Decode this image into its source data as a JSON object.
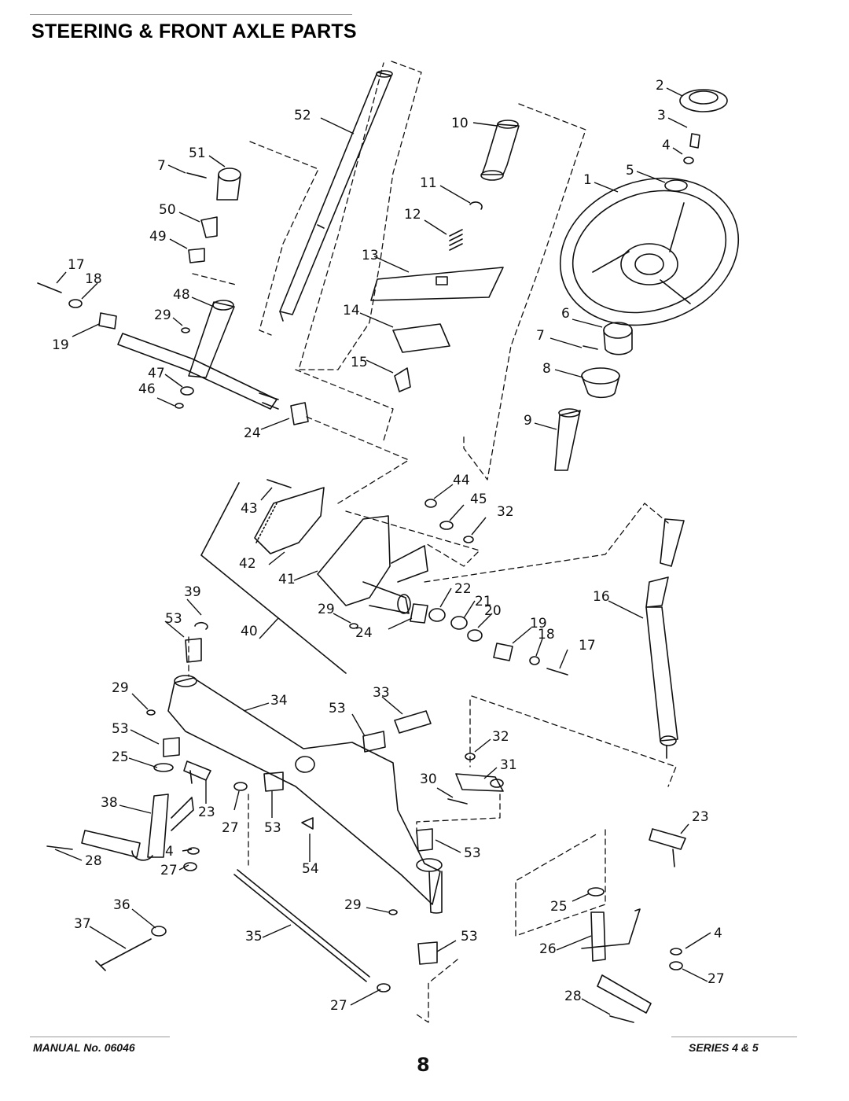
{
  "title": "STEERING & FRONT AXLE PARTS",
  "footer": {
    "manual": "MANUAL No. 06046",
    "page": "8",
    "series": "SERIES 4 & 5"
  },
  "callouts": [
    {
      "id": "c52",
      "text": "52"
    },
    {
      "id": "c10",
      "text": "10"
    },
    {
      "id": "c2",
      "text": "2"
    },
    {
      "id": "c3",
      "text": "3"
    },
    {
      "id": "c4a",
      "text": "4"
    },
    {
      "id": "c5",
      "text": "5"
    },
    {
      "id": "c1",
      "text": "1"
    },
    {
      "id": "c51",
      "text": "51"
    },
    {
      "id": "c7a",
      "text": "7"
    },
    {
      "id": "c11",
      "text": "11"
    },
    {
      "id": "c12",
      "text": "12"
    },
    {
      "id": "c50",
      "text": "50"
    },
    {
      "id": "c49",
      "text": "49"
    },
    {
      "id": "c13",
      "text": "13"
    },
    {
      "id": "c17a",
      "text": "17"
    },
    {
      "id": "c18a",
      "text": "18"
    },
    {
      "id": "c48",
      "text": "48"
    },
    {
      "id": "c14",
      "text": "14"
    },
    {
      "id": "c6",
      "text": "6"
    },
    {
      "id": "c29a",
      "text": "29"
    },
    {
      "id": "c7b",
      "text": "7"
    },
    {
      "id": "c19a",
      "text": "19"
    },
    {
      "id": "c15",
      "text": "15"
    },
    {
      "id": "c8",
      "text": "8"
    },
    {
      "id": "c47",
      "text": "47"
    },
    {
      "id": "c46",
      "text": "46"
    },
    {
      "id": "c24a",
      "text": "24"
    },
    {
      "id": "c9",
      "text": "9"
    },
    {
      "id": "c44",
      "text": "44"
    },
    {
      "id": "c43",
      "text": "43"
    },
    {
      "id": "c45",
      "text": "45"
    },
    {
      "id": "c32a",
      "text": "32"
    },
    {
      "id": "c42",
      "text": "42"
    },
    {
      "id": "c41",
      "text": "41"
    },
    {
      "id": "c22",
      "text": "22"
    },
    {
      "id": "c39",
      "text": "39"
    },
    {
      "id": "c21",
      "text": "21"
    },
    {
      "id": "c16",
      "text": "16"
    },
    {
      "id": "c20",
      "text": "20"
    },
    {
      "id": "c53a",
      "text": "53"
    },
    {
      "id": "c29b",
      "text": "29"
    },
    {
      "id": "c40",
      "text": "40"
    },
    {
      "id": "c24b",
      "text": "24"
    },
    {
      "id": "c19b",
      "text": "19"
    },
    {
      "id": "c18b",
      "text": "18"
    },
    {
      "id": "c17b",
      "text": "17"
    },
    {
      "id": "c29c",
      "text": "29"
    },
    {
      "id": "c34",
      "text": "34"
    },
    {
      "id": "c33",
      "text": "33"
    },
    {
      "id": "c53b",
      "text": "53"
    },
    {
      "id": "c53c",
      "text": "53"
    },
    {
      "id": "c32b",
      "text": "32"
    },
    {
      "id": "c25a",
      "text": "25"
    },
    {
      "id": "c31",
      "text": "31"
    },
    {
      "id": "c30",
      "text": "30"
    },
    {
      "id": "c38",
      "text": "38"
    },
    {
      "id": "c23a",
      "text": "23"
    },
    {
      "id": "c27a",
      "text": "27"
    },
    {
      "id": "c53d",
      "text": "53"
    },
    {
      "id": "c23b",
      "text": "23"
    },
    {
      "id": "c4b",
      "text": "4"
    },
    {
      "id": "c54",
      "text": "54"
    },
    {
      "id": "c53e",
      "text": "53"
    },
    {
      "id": "c28a",
      "text": "28"
    },
    {
      "id": "c27b",
      "text": "27"
    },
    {
      "id": "c36",
      "text": "36"
    },
    {
      "id": "c29d",
      "text": "29"
    },
    {
      "id": "c25b",
      "text": "25"
    },
    {
      "id": "c37",
      "text": "37"
    },
    {
      "id": "c35",
      "text": "35"
    },
    {
      "id": "c53f",
      "text": "53"
    },
    {
      "id": "c4c",
      "text": "4"
    },
    {
      "id": "c26",
      "text": "26"
    },
    {
      "id": "c27c",
      "text": "27"
    },
    {
      "id": "c28b",
      "text": "28"
    },
    {
      "id": "c27d",
      "text": "27"
    }
  ]
}
